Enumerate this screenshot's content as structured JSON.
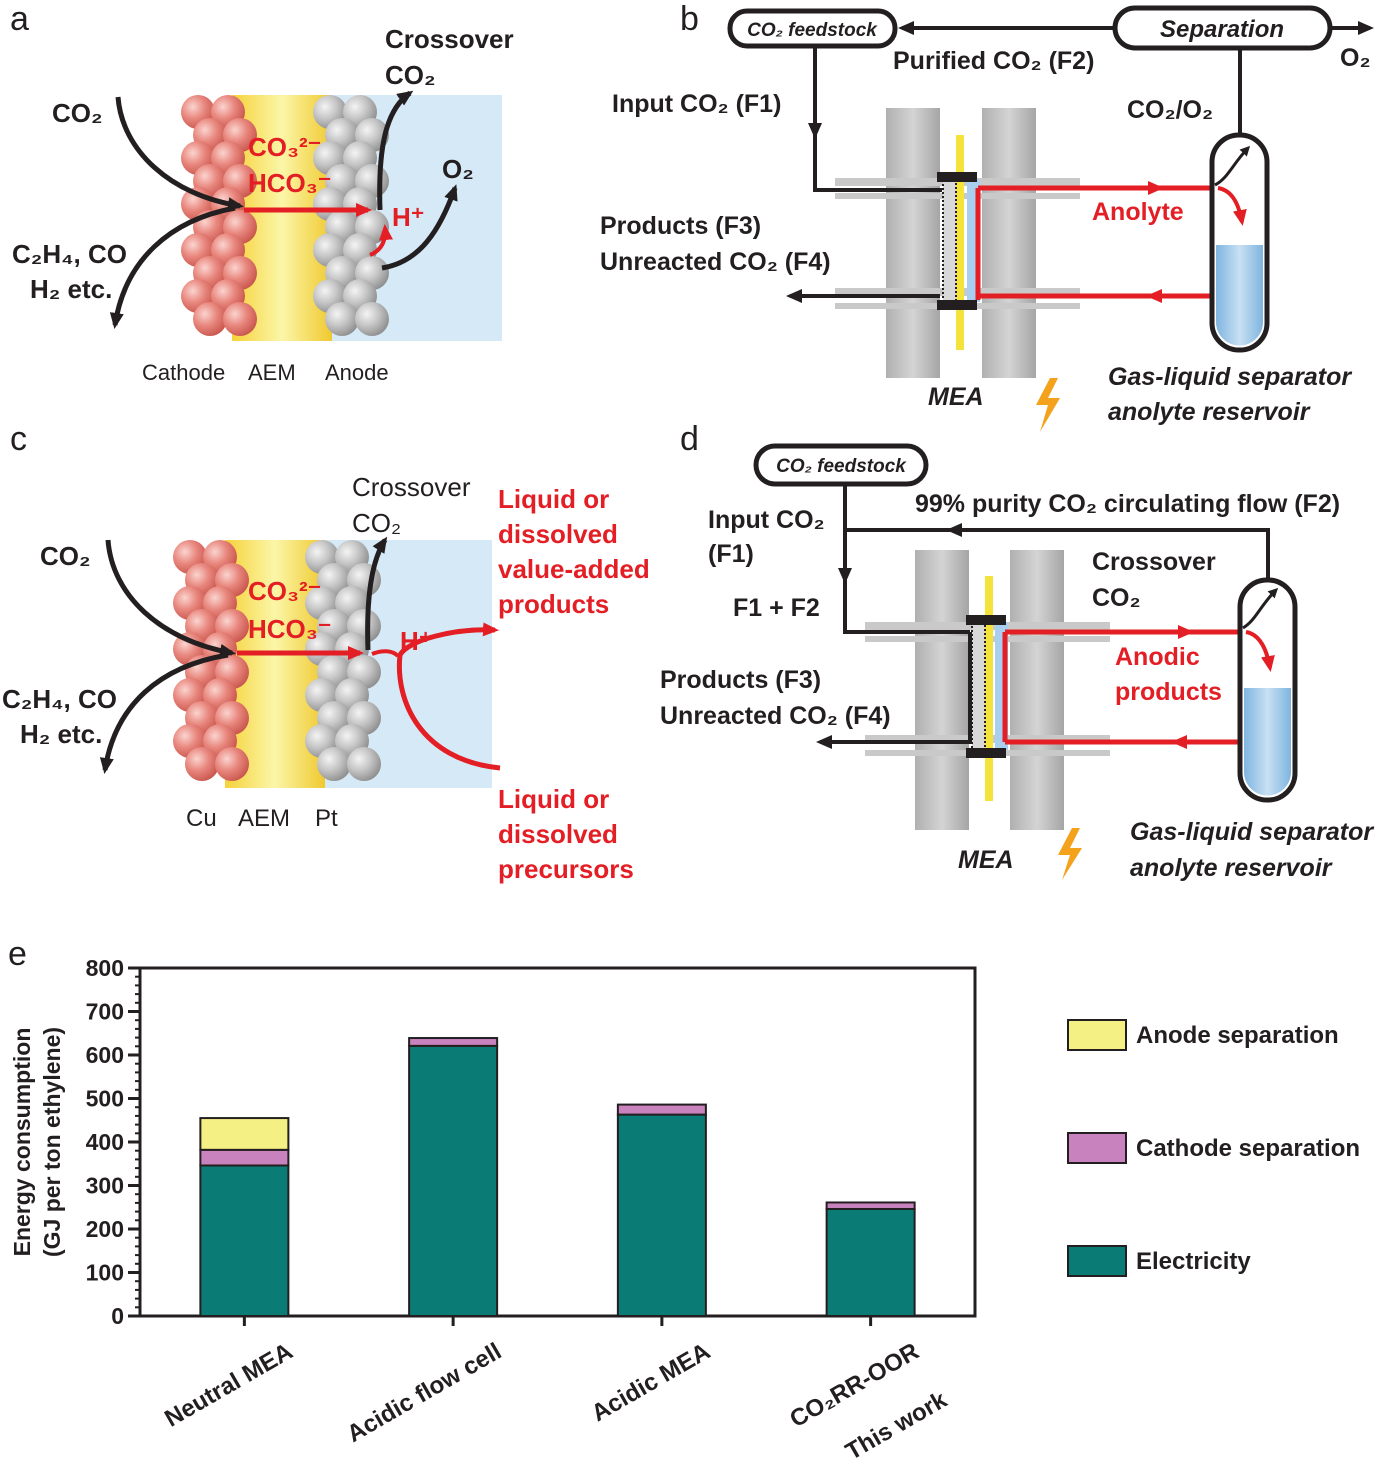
{
  "panels": {
    "a": "a",
    "b": "b",
    "c": "c",
    "d": "d",
    "e": "e"
  },
  "a": {
    "co2_in": "CO₂",
    "crossover": "Crossover",
    "crossover_co2": "CO₂",
    "co3": "CO₃²⁻",
    "hco3": "HCO₃⁻",
    "o2": "O₂",
    "hplus": "H⁺",
    "products_line1": "C₂H₄, CO",
    "products_line2": "H₂ etc.",
    "label_cathode": "Cathode",
    "label_aem": "AEM",
    "label_anode": "Anode"
  },
  "b": {
    "feedstock": "CO₂ feedstock",
    "separation": "Separation",
    "o2": "O₂",
    "purified": "Purified CO₂ (F2)",
    "input": "Input CO₂ (F1)",
    "co2_o2": "CO₂/O₂",
    "products": "Products (F3)",
    "unreacted": "Unreacted CO₂ (F4)",
    "anolyte": "Anolyte",
    "mea": "MEA",
    "separator1": "Gas-liquid separator",
    "separator2": "anolyte reservoir"
  },
  "c": {
    "co2_in": "CO₂",
    "crossover": "Crossover",
    "crossover_co2": "CO₂",
    "co3": "CO₃²⁻",
    "hco3": "HCO₃⁻",
    "hplus": "H⁺",
    "products_line1": "C₂H₄, CO",
    "products_line2": "H₂ etc.",
    "liquid_products": [
      "Liquid or",
      "dissolved",
      "value-added",
      "products"
    ],
    "liquid_precursors": [
      "Liquid or",
      "dissolved",
      "precursors"
    ],
    "label_cu": "Cu",
    "label_aem": "AEM",
    "label_pt": "Pt"
  },
  "d": {
    "feedstock": "CO₂ feedstock",
    "circulating": "99% purity CO₂ circulating flow (F2)",
    "input1": "Input CO₂",
    "input2": "(F1)",
    "sum": "F1 + F2",
    "crossover": "Crossover",
    "crossover_co2": "CO₂",
    "anodic1": "Anodic",
    "anodic2": "products",
    "products": "Products (F3)",
    "unreacted": "Unreacted CO₂ (F4)",
    "mea": "MEA",
    "separator1": "Gas-liquid separator",
    "separator2": "anolyte reservoir"
  },
  "colors": {
    "electricity": "#0b7b76",
    "cathode_sep": "#c882bd",
    "anode_sep": "#f4f083",
    "red": "#e31e24",
    "cathode_sphere": "#e8877e",
    "anode_sphere": "#c5c5c5",
    "electrolyte": "#d6e9f6"
  },
  "chart_data": {
    "type": "bar",
    "stacked": true,
    "categories": [
      "Neutral MEA",
      "Acidic flow cell",
      "Acidic MEA",
      "CO₂RR-OOR This work"
    ],
    "category_label_lines": [
      [
        "Neutral MEA"
      ],
      [
        "Acidic flow cell"
      ],
      [
        "Acidic MEA"
      ],
      [
        "CO₂RR-OOR",
        "This work"
      ]
    ],
    "series": [
      {
        "name": "Electricity",
        "values": [
          346,
          621,
          463,
          246
        ],
        "color": "#0b7b76"
      },
      {
        "name": "Cathode separation",
        "values": [
          36,
          18,
          23,
          15
        ],
        "color": "#c882bd"
      },
      {
        "name": "Anode separation",
        "values": [
          73,
          0,
          0,
          0
        ],
        "color": "#f4f083"
      }
    ],
    "legend_order": [
      "Anode separation",
      "Cathode separation",
      "Electricity"
    ],
    "ylabel_line1": "Energy consumption",
    "ylabel_line2": "(GJ per ton ethylene)",
    "ylim": [
      0,
      800
    ],
    "yticks": [
      0,
      100,
      200,
      300,
      400,
      500,
      600,
      700,
      800
    ],
    "legend_position": "right"
  }
}
